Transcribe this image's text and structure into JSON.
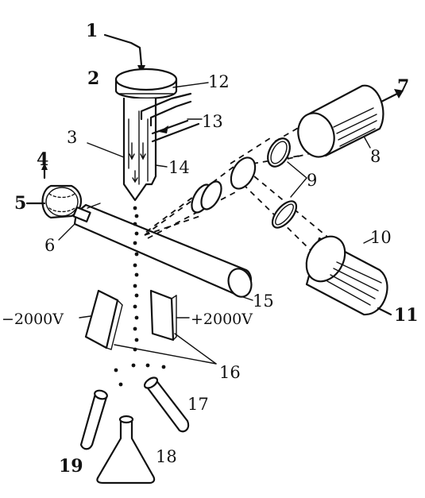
{
  "labels": {
    "l1": "1",
    "l2": "2",
    "l3": "3",
    "l4": "4",
    "l5": "5",
    "l6": "6",
    "l7": "7",
    "l8": "8",
    "l9": "9",
    "l10": "10",
    "l11": "11",
    "l12": "12",
    "l13": "13",
    "l14": "14",
    "l15": "15",
    "l16": "16",
    "l17": "17",
    "l18": "18",
    "l19": "19"
  },
  "voltages": {
    "negative": "−2000V",
    "positive": "+2000V"
  },
  "colors": {
    "ink": "#111111",
    "background": "#ffffff"
  }
}
